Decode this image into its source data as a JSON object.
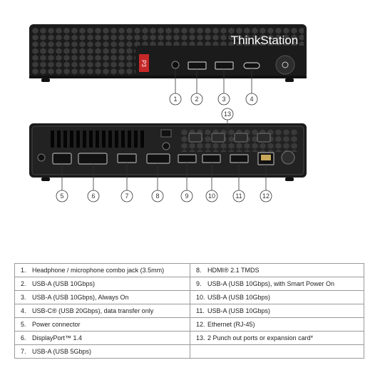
{
  "brand": "ThinkStation",
  "model_badge": "P3",
  "callouts": [
    "1",
    "2",
    "3",
    "4",
    "5",
    "6",
    "7",
    "8",
    "9",
    "10",
    "11",
    "12",
    "13"
  ],
  "rows": [
    [
      {
        "n": "1.",
        "t": "Headphone / microphone combo jack (3.5mm)"
      },
      {
        "n": "8.",
        "t": "HDMI® 2.1 TMDS"
      }
    ],
    [
      {
        "n": "2.",
        "t": "USB-A (USB 10Gbps)"
      },
      {
        "n": "9.",
        "t": "USB-A (USB 10Gbps), with Smart Power On"
      }
    ],
    [
      {
        "n": "3.",
        "t": "USB-A (USB 10Gbps), Always On"
      },
      {
        "n": "10.",
        "t": "USB-A (USB 10Gbps)"
      }
    ],
    [
      {
        "n": "4.",
        "t": "USB-C® (USB 20Gbps), data transfer only"
      },
      {
        "n": "11.",
        "t": "USB-A (USB 10Gbps)"
      }
    ],
    [
      {
        "n": "5.",
        "t": "Power connector"
      },
      {
        "n": "12.",
        "t": "Ethernet (RJ-45)"
      }
    ],
    [
      {
        "n": "6.",
        "t": "DisplayPort™ 1.4"
      },
      {
        "n": "13.",
        "t": "2 Punch out ports or expansion card*"
      }
    ],
    [
      {
        "n": "7.",
        "t": "USB-A (USB 5Gbps)"
      },
      {
        "n": "",
        "t": ""
      }
    ]
  ],
  "colors": {
    "chassis": "#1b1b1b",
    "accent": "#c62828",
    "port": "#bdbdbd"
  }
}
